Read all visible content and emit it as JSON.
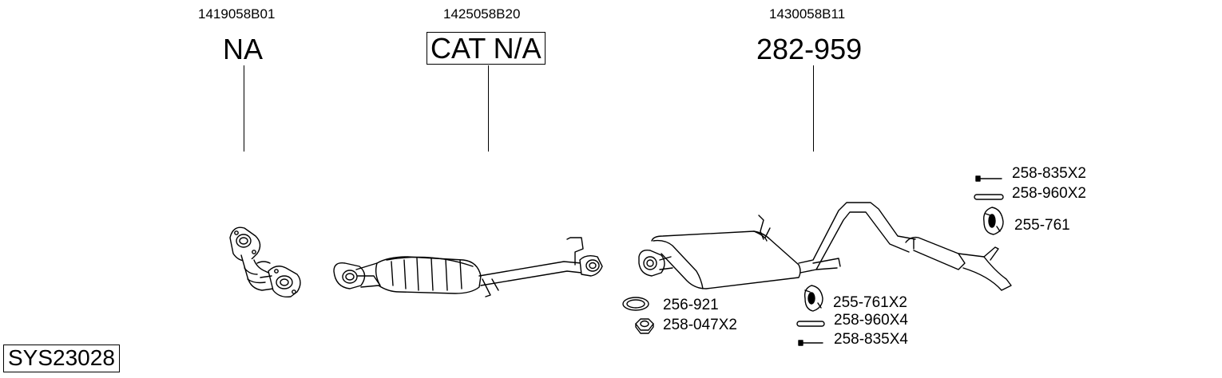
{
  "diagram_id": "SYS23028",
  "sections": [
    {
      "oem_number": "1419058B01",
      "part_number": "NA",
      "boxed": false
    },
    {
      "oem_number": "1425058B20",
      "part_number": "CAT N/A",
      "boxed": true
    },
    {
      "oem_number": "1430058B11",
      "part_number": "282-959",
      "boxed": false
    }
  ],
  "fitting_parts": {
    "gasket": "256-921",
    "nut": "258-047X2",
    "rubber_mount_mid": "255-761X2",
    "clamp_mid": "258-960X4",
    "bolt_mid": "258-835X4",
    "bolt_rear": "258-835X2",
    "clamp_rear": "258-960X2",
    "rubber_mount_rear": "255-761"
  }
}
